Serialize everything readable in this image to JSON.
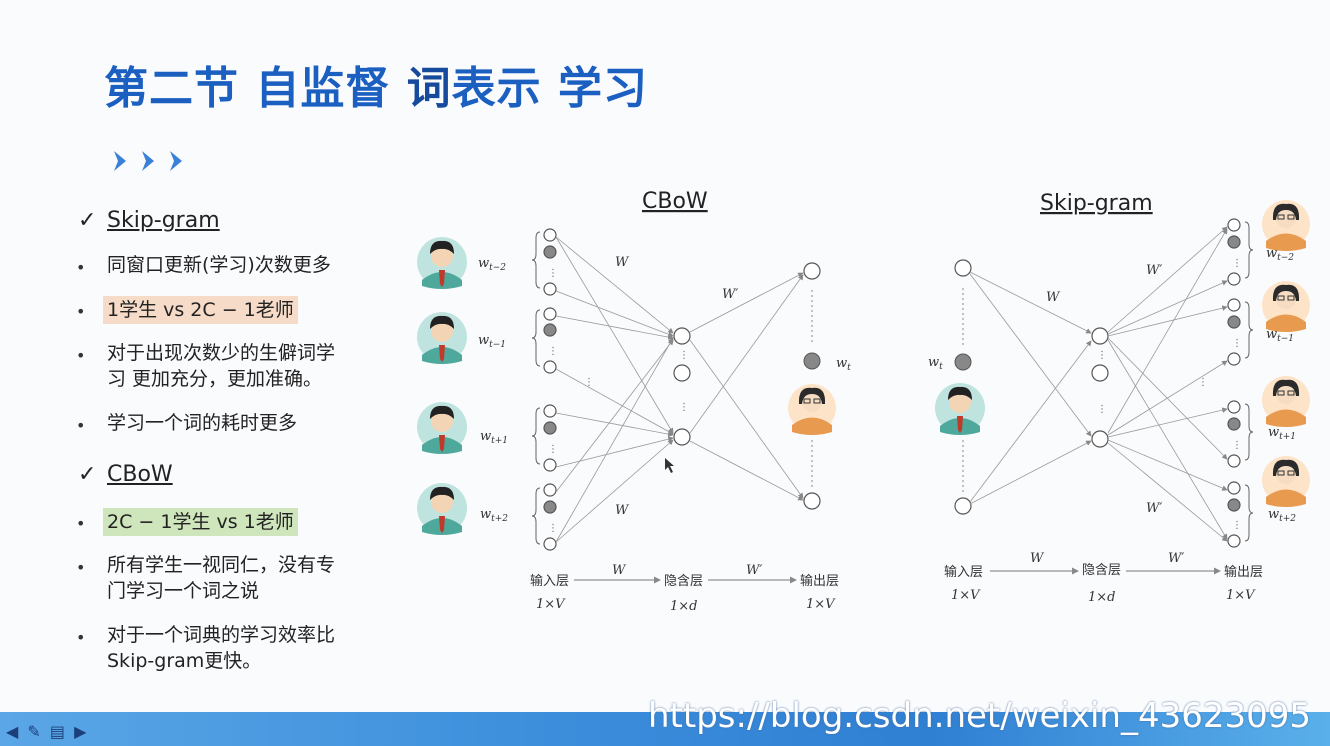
{
  "title": {
    "part1": "第二节 自监督 ",
    "bold_word": "词",
    "part2": "表示 学习"
  },
  "left": {
    "skipgram_heading": "Skip-gram",
    "skipgram_items": [
      "同窗口更新(学习)次数更多",
      "1学生 vs 2C − 1老师",
      "对于出现次数少的生僻词学",
      "习 更加充分，更加准确。",
      "学习一个词的耗时更多"
    ],
    "cbow_heading": "CBoW",
    "cbow_items": [
      "2C − 1学生 vs 1老师",
      "所有学生一视同仁，没有专",
      "门学习一个词之说",
      "对于一个词典的学习效率比",
      "Skip-gram更快。"
    ],
    "check_mark": "✓",
    "bullet": "•"
  },
  "cbow_diagram": {
    "title": "CBoW",
    "context_words": [
      "w_{t-2}",
      "w_{t-1}",
      "w_{t+1}",
      "w_{t+2}"
    ],
    "context_subscripts": [
      "t−2",
      "t−1",
      "t+1",
      "t+2"
    ],
    "target_word_sub": "t",
    "weight_W": "W",
    "weight_W_prime": "W′",
    "layers": [
      "输入层",
      "隐含层",
      "输出层"
    ],
    "dims": [
      "1×V",
      "1×d",
      "1×V"
    ]
  },
  "skipgram_diagram": {
    "title": "Skip-gram",
    "context_subscripts": [
      "t−2",
      "t−1",
      "t+1",
      "t+2"
    ],
    "target_word_sub": "t",
    "weight_W": "W",
    "weight_W_prime": "W′",
    "layers": [
      "输入层",
      "隐含层",
      "输出层"
    ],
    "dims": [
      "1×V",
      "1×d",
      "1×V"
    ]
  },
  "footer": {
    "controls": "◀ ✎ ▤ ▶",
    "watermark": "https://blog.csdn.net/weixin_43623095"
  },
  "colors": {
    "title_blue": "#1b5fc1",
    "student_teal": "#5bb3a8",
    "teacher_orange": "#f0b27a",
    "node_gray": "#8a8a8a"
  }
}
